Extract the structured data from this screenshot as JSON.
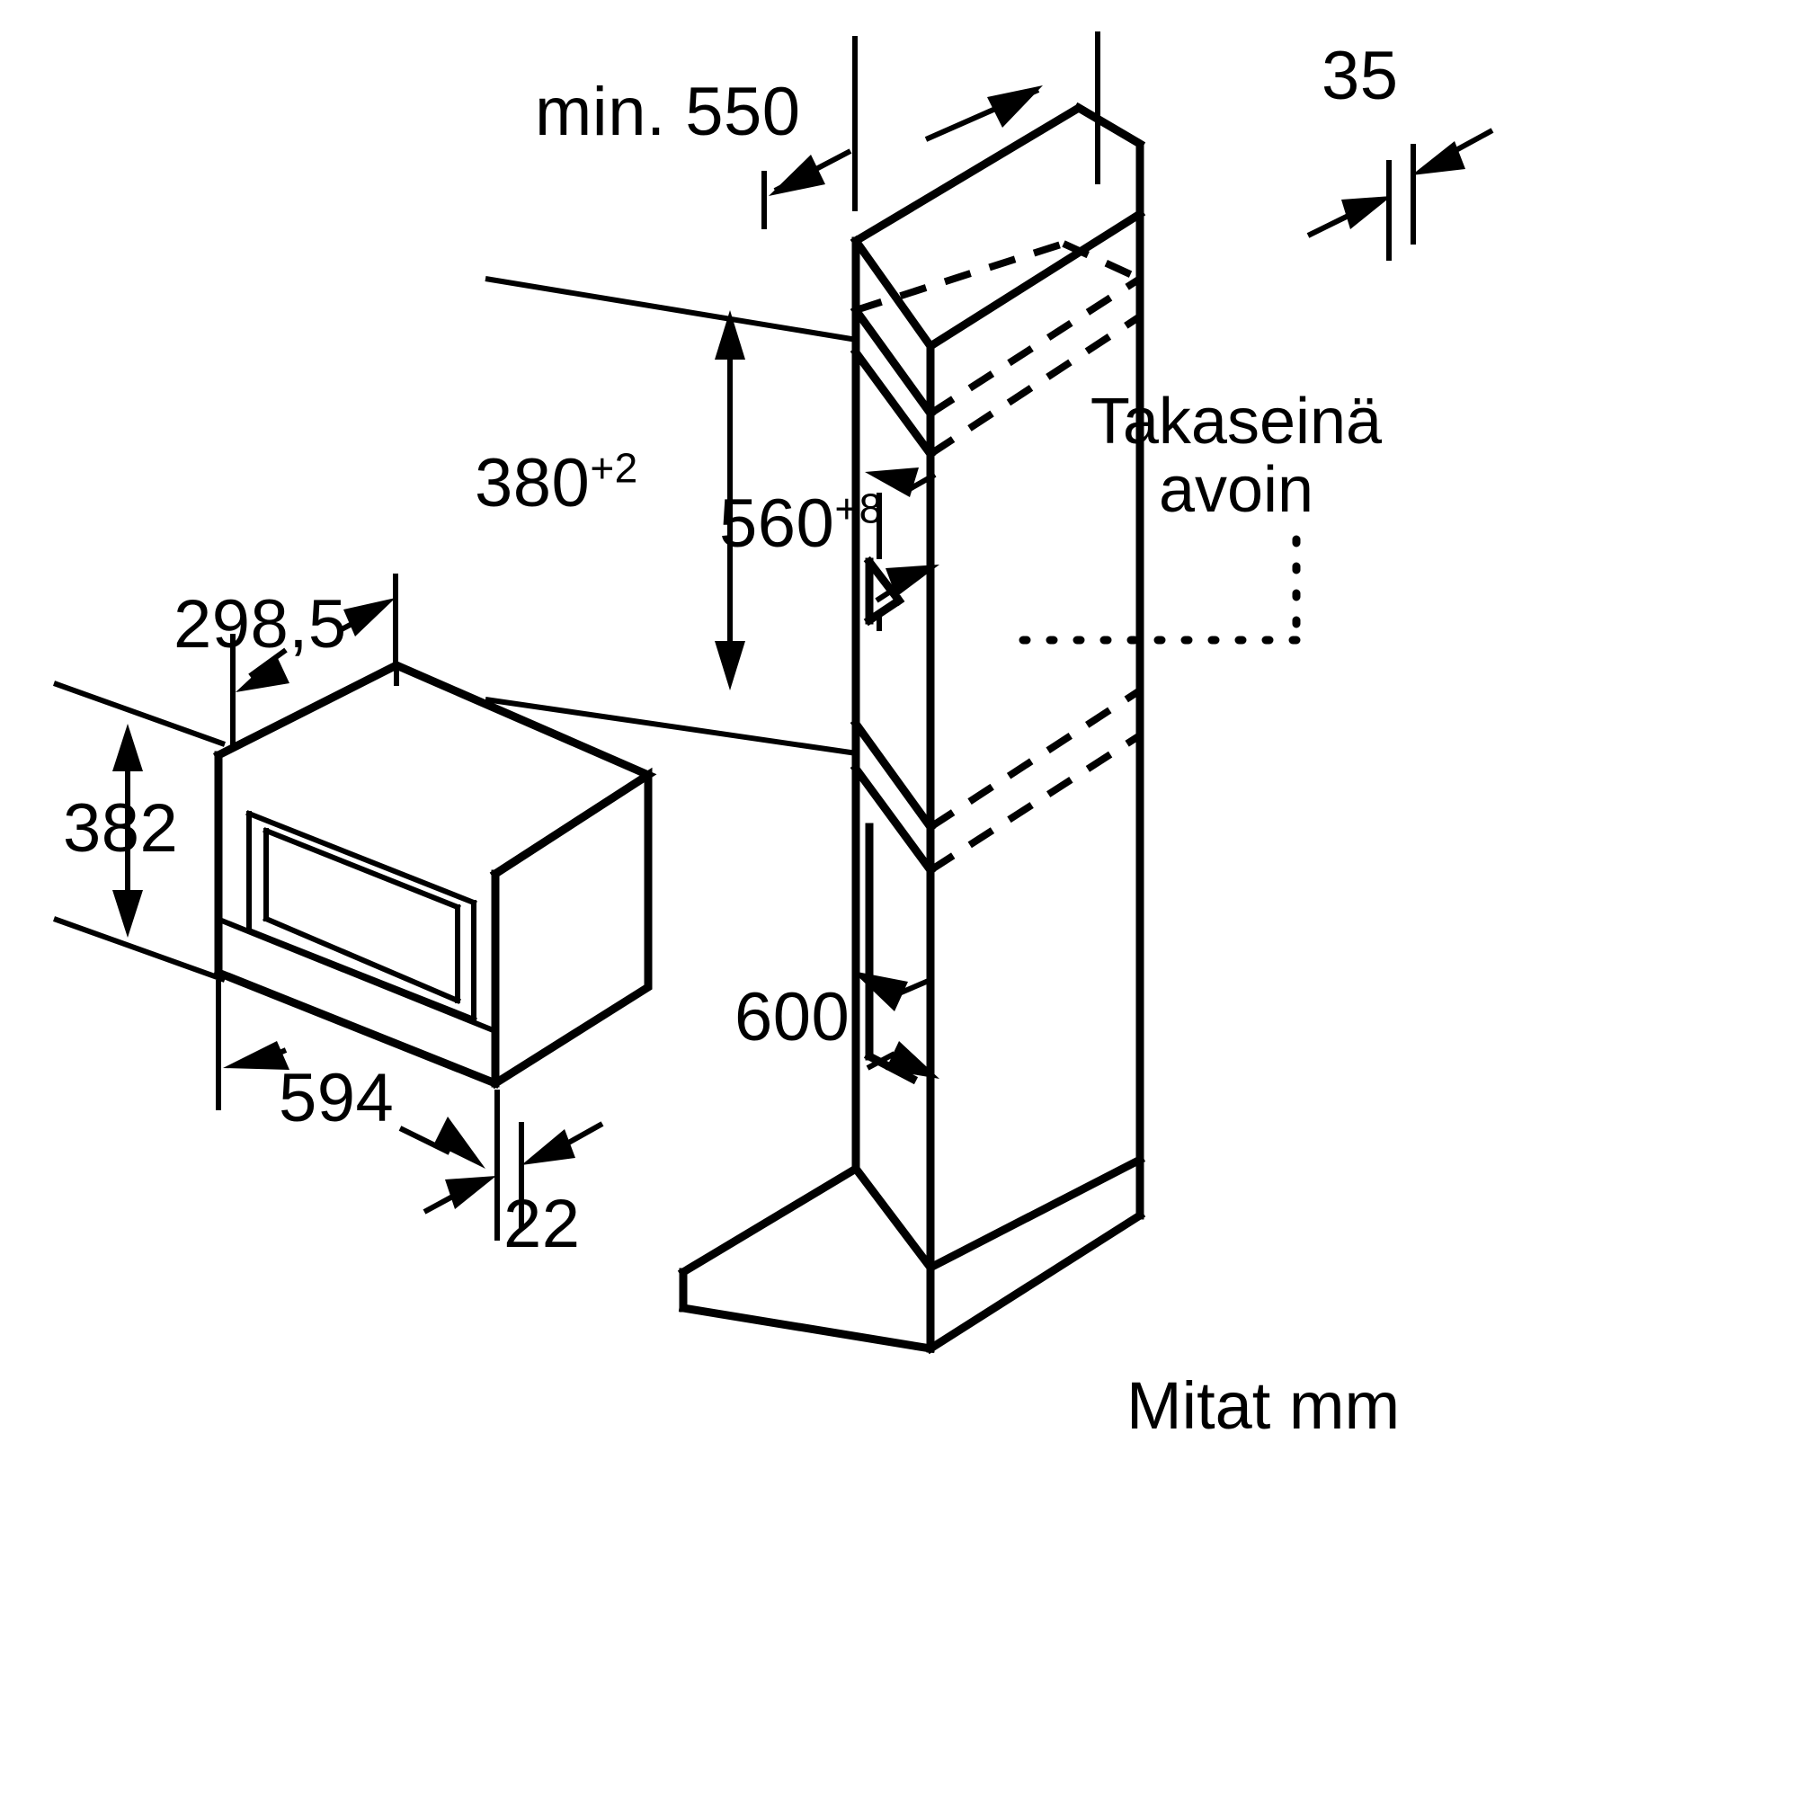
{
  "diagram": {
    "title_note": "Takaseinä avoin",
    "units_note": "Mitat mm",
    "language": "fi",
    "stroke_color": "#000000",
    "background_color": "#ffffff",
    "subjects": [
      {
        "name": "built-in-microwave-oven",
        "position": "left"
      },
      {
        "name": "tall-cabinet-niche",
        "position": "right"
      }
    ]
  },
  "dimensions": {
    "cabinet_depth": {
      "value": "min. 550",
      "base": "550",
      "prefix": "min.",
      "tolerance": ""
    },
    "cabinet_rear_offset": {
      "value": "35",
      "base": "35",
      "tolerance": ""
    },
    "niche_height": {
      "value": "380",
      "base": "380",
      "tolerance": "+2"
    },
    "niche_width": {
      "value": "560",
      "base": "560",
      "tolerance": "+8"
    },
    "cabinet_width": {
      "value": "600",
      "base": "600",
      "tolerance": ""
    },
    "appliance_depth": {
      "value": "298,5",
      "base": "298,5",
      "tolerance": ""
    },
    "appliance_height": {
      "value": "382",
      "base": "382",
      "tolerance": ""
    },
    "appliance_width": {
      "value": "594",
      "base": "594",
      "tolerance": ""
    },
    "appliance_front_overlap": {
      "value": "22",
      "base": "22",
      "tolerance": ""
    }
  },
  "labels": {
    "back_wall_open_line1": "Takaseinä",
    "back_wall_open_line2": "avoin",
    "units": "Mitat mm"
  }
}
